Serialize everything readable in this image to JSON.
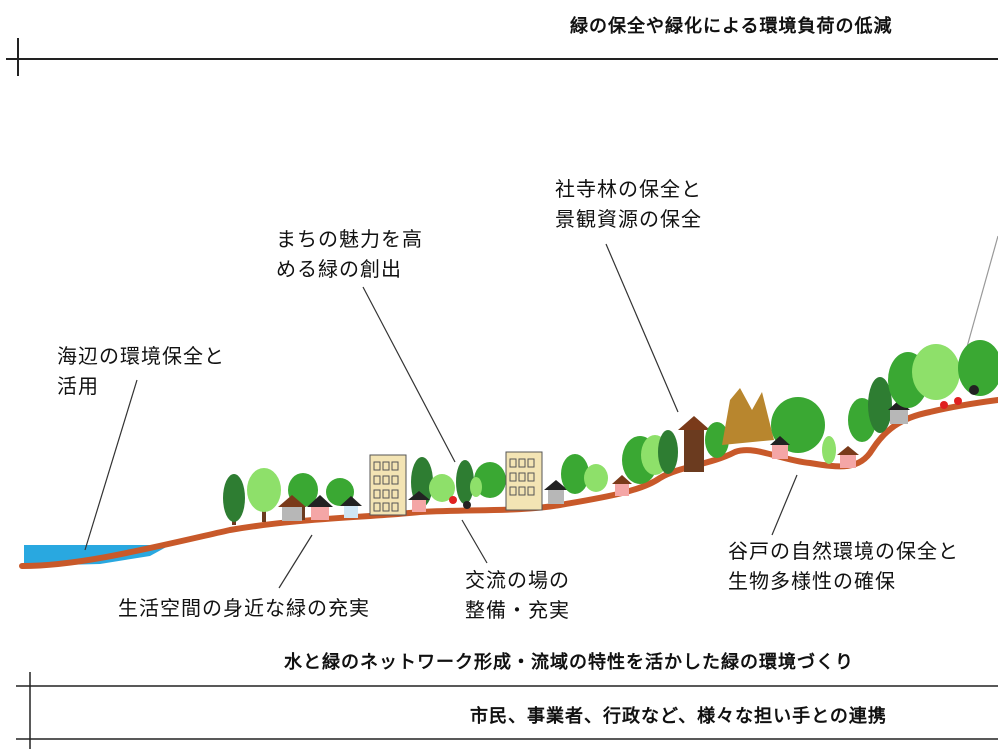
{
  "header": {
    "title": "緑の保全や緑化による環境負荷の低減"
  },
  "labels": {
    "seaside": [
      "海辺の環境保全と",
      "活用"
    ],
    "town": [
      "まちの魅力を高",
      "める緑の創出"
    ],
    "shrine": [
      "社寺林の保全と",
      "景観資源の保全"
    ],
    "living": "生活空間の身近な緑の充実",
    "exchange": [
      "交流の場の",
      "整備・充実"
    ],
    "valley": [
      "谷戸の自然環境の保全と",
      "生物多様性の確保"
    ]
  },
  "banners": {
    "network": "水と緑のネットワーク形成・流域の特性を活かした緑の環境づくり",
    "partnership": "市民、事業者、行政など、様々な担い手との連携"
  },
  "colors": {
    "ground": "#c8592a",
    "sea": "#29a8e0",
    "tree_light": "#8ee06a",
    "tree_mid": "#3aa833",
    "tree_dark": "#2e7d32",
    "shrine_tree": "#b8862e"
  }
}
